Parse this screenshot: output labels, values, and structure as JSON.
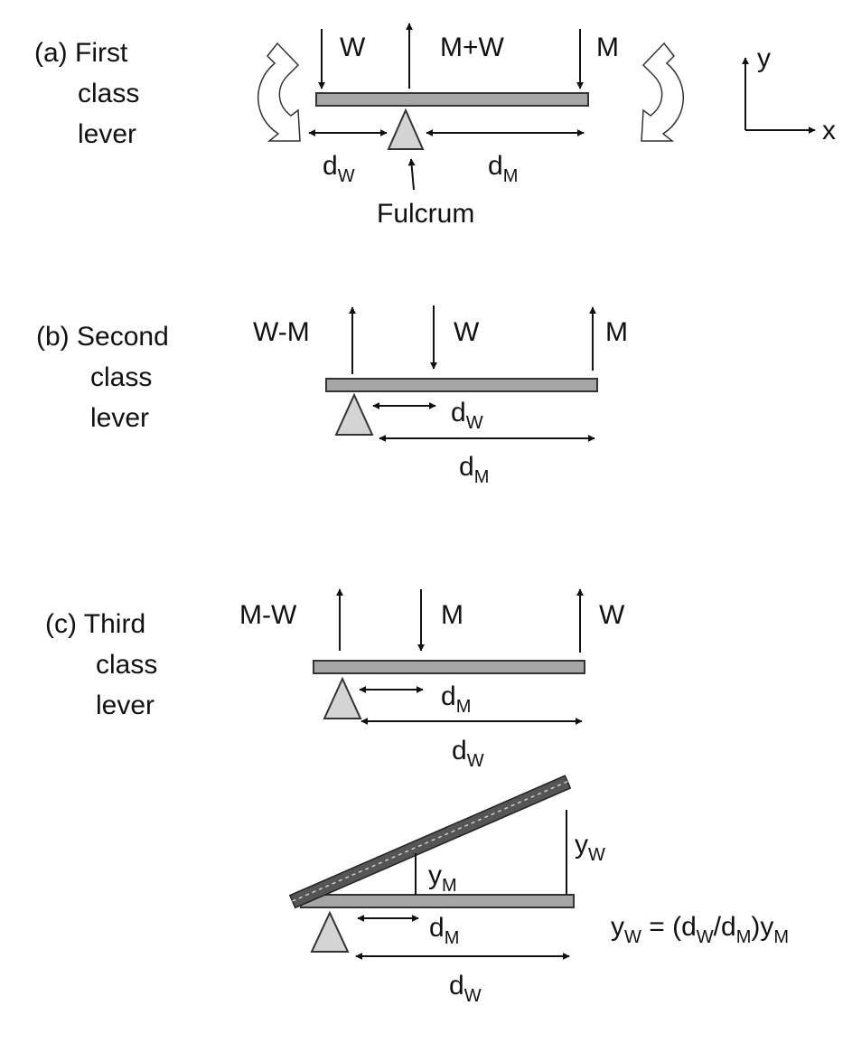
{
  "panels": {
    "a": {
      "title_lines": [
        "(a) First",
        "class",
        "lever"
      ],
      "forces": {
        "left": "W",
        "center": "M+W",
        "right": "M"
      },
      "distances": {
        "left": {
          "base": "d",
          "sub": "W"
        },
        "right": {
          "base": "d",
          "sub": "M"
        }
      },
      "fulcrum_label": "Fulcrum"
    },
    "b": {
      "title_lines": [
        "(b) Second",
        "class",
        "lever"
      ],
      "forces": {
        "left": "W-M",
        "center": "W",
        "right": "M"
      },
      "distances": {
        "short": {
          "base": "d",
          "sub": "W"
        },
        "long": {
          "base": "d",
          "sub": "M"
        }
      }
    },
    "c": {
      "title_lines": [
        "(c) Third",
        "class",
        "lever"
      ],
      "forces": {
        "left": "M-W",
        "center": "M",
        "right": "W"
      },
      "distances": {
        "short": {
          "base": "d",
          "sub": "M"
        },
        "long": {
          "base": "d",
          "sub": "W"
        }
      }
    },
    "d": {
      "heights": {
        "small": {
          "base": "y",
          "sub": "M"
        },
        "large": {
          "base": "y",
          "sub": "W"
        }
      },
      "distances": {
        "short": {
          "base": "d",
          "sub": "M"
        },
        "long": {
          "base": "d",
          "sub": "W"
        }
      },
      "equation": {
        "lhs": {
          "base": "y",
          "sub": "W"
        },
        "eq": " = (",
        "n": {
          "base": "d",
          "sub": "W"
        },
        "slash": "/",
        "d": {
          "base": "d",
          "sub": "M"
        },
        "close": ")",
        "rhs": {
          "base": "y",
          "sub": "M"
        }
      }
    }
  },
  "axes": {
    "y": "y",
    "x": "x"
  }
}
